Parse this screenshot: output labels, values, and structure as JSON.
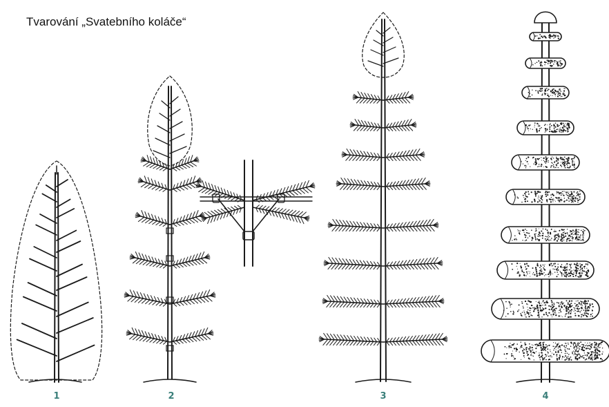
{
  "title": "Tvarování „Svatebního koláče“",
  "figure_labels": [
    "1",
    "2",
    "3",
    "4"
  ],
  "colors": {
    "ink": "#1a1a1a",
    "label": "#3a7f7a",
    "background": "#ffffff"
  }
}
